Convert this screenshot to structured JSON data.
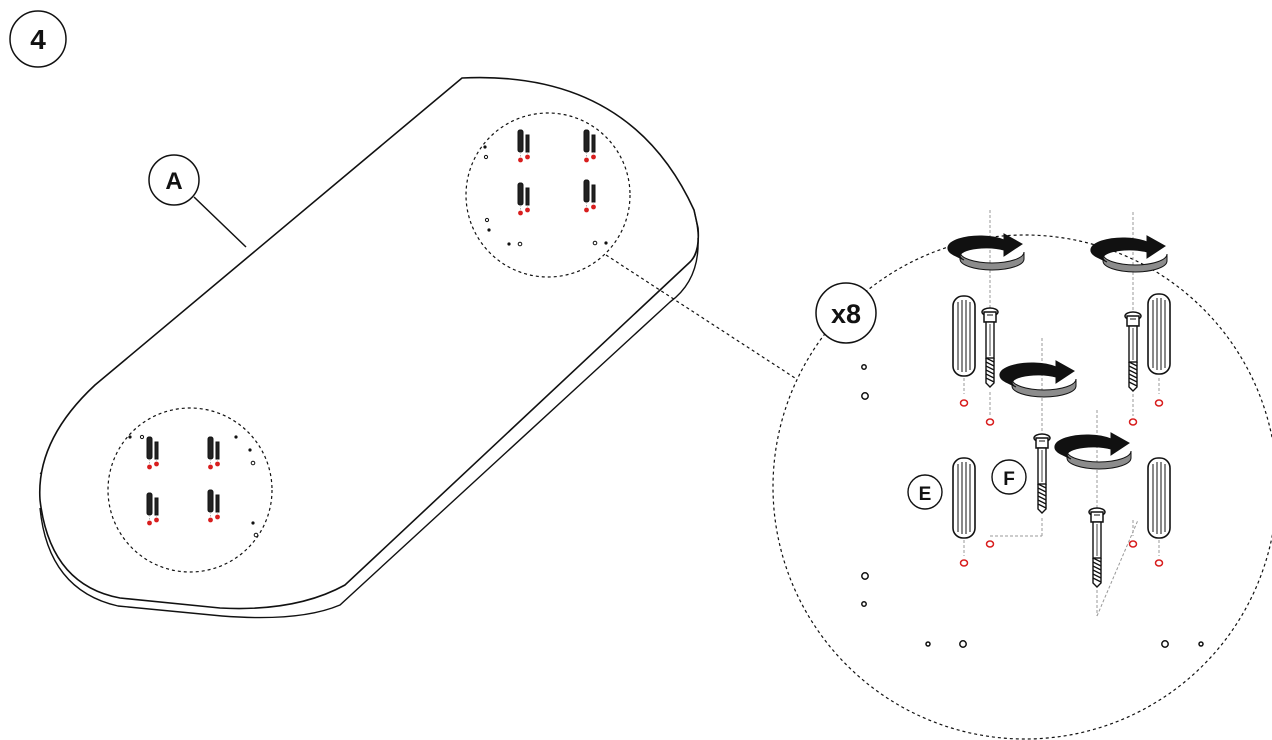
{
  "step": {
    "number": "4"
  },
  "parts": {
    "panel_label": "A",
    "dowel_label": "E",
    "bolt_label": "F"
  },
  "quantity": "x8",
  "colors": {
    "line": "#1a1a1a",
    "hole_marker": "#d81e1e",
    "rotation_back": "#8c8c8c",
    "rotation_front": "#1a1a1a"
  },
  "icons": [
    "rotate-clockwise-icon",
    "dowel-icon",
    "cam-bolt-icon"
  ]
}
